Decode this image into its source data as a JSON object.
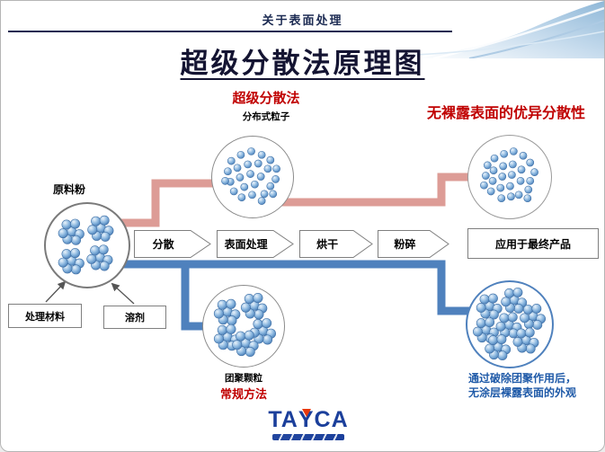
{
  "slide": {
    "header": "关于表面处理",
    "title": "超级分散法原理图"
  },
  "top_flow": {
    "method_label": "超级分散法",
    "particle_label": "分布式粒子",
    "result_label": "无裸露表面的优异分散性"
  },
  "bottom_flow": {
    "particle_label": "团聚颗粒",
    "method_label": "常规方法",
    "result_line1": "通过破除团聚作用后，",
    "result_line2": "无涂层裸露表面的外观"
  },
  "materials": {
    "raw_powder": "原料粉",
    "treatment_material": "处理材料",
    "solvent": "溶剂"
  },
  "process": {
    "steps": [
      {
        "label": "分散"
      },
      {
        "label": "表面处理"
      },
      {
        "label": "烘干"
      },
      {
        "label": "粉碎"
      }
    ],
    "final_step": "应用于最终产品"
  },
  "logo": {
    "name": "TAYCA",
    "part1": "TA",
    "part2": "Y",
    "part3": "CA"
  },
  "colors": {
    "accent_red": "#c00000",
    "connector_pink": "#dd9c96",
    "connector_blue": "#4f81bd",
    "title_navy": "#1b2a52",
    "note_blue": "#1f5aa8",
    "logo_blue": "#1b3f9b",
    "logo_red": "#e8380d"
  }
}
